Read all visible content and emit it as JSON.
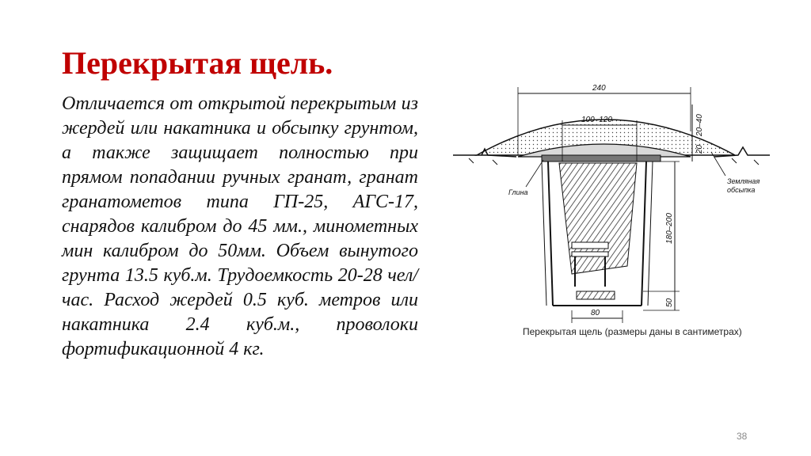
{
  "slide": {
    "title": "Перекрытая щель.",
    "body": "Отличается от открытой перекрытым из жердей или накатника и обсыпку грунтом, а также защищает полностью при прямом попадании ручных гранат, гранат гранатометов типа ГП-25, АГС-17, снарядов калибром до 45 мм., минометных мин калибром до 50мм. Объем вынутого грунта 13.5 куб.м. Трудоемкость 20-28 чел/час. Расход жердей 0.5 куб. метров или накатника 2.4 куб.м., проволоки фортификационной 4 кг.",
    "page_number": "38"
  },
  "figure": {
    "caption": "Перекрытая щель (размеры даны в сантиметрах)",
    "dimensions": {
      "top_width": "240",
      "inner_width": "100–120",
      "soil_cover": "20–40",
      "layer": "20",
      "depth": "180–200",
      "floor": "50",
      "bottom_width": "80"
    },
    "labels": {
      "clay": "Глина",
      "earth_cover_line1": "Земляная",
      "earth_cover_line2": "обсыпка"
    }
  }
}
